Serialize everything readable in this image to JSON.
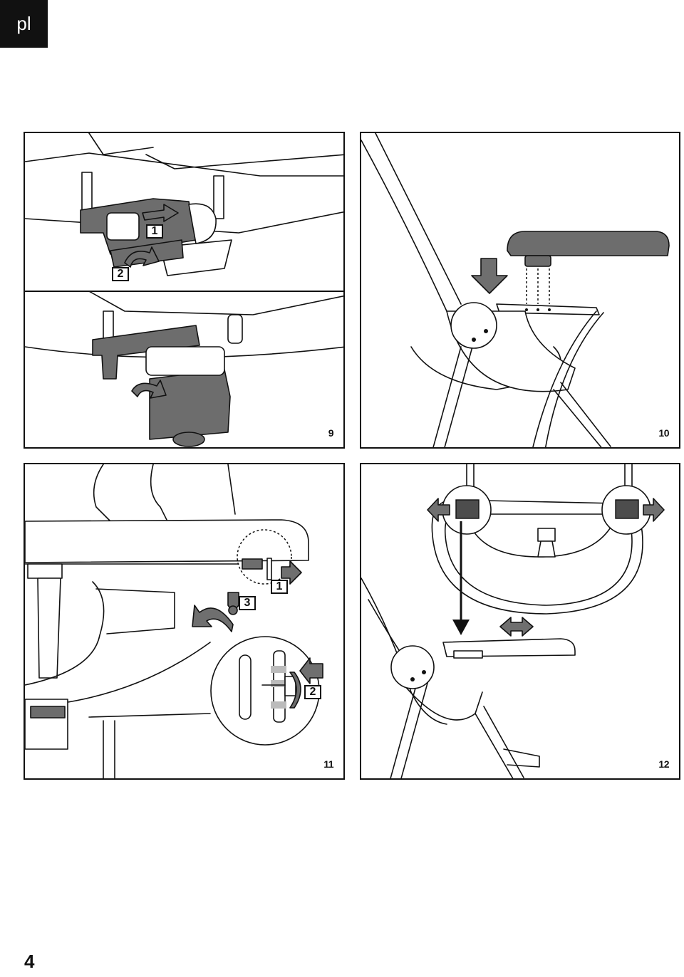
{
  "header": {
    "language_code": "pl"
  },
  "figures": [
    {
      "number": "9",
      "steps": [
        "1",
        "2"
      ]
    },
    {
      "number": "10",
      "steps": []
    },
    {
      "number": "11",
      "steps": [
        "1",
        "3",
        "2"
      ]
    },
    {
      "number": "12",
      "steps": []
    }
  ],
  "footer": {
    "page_number": "4"
  }
}
